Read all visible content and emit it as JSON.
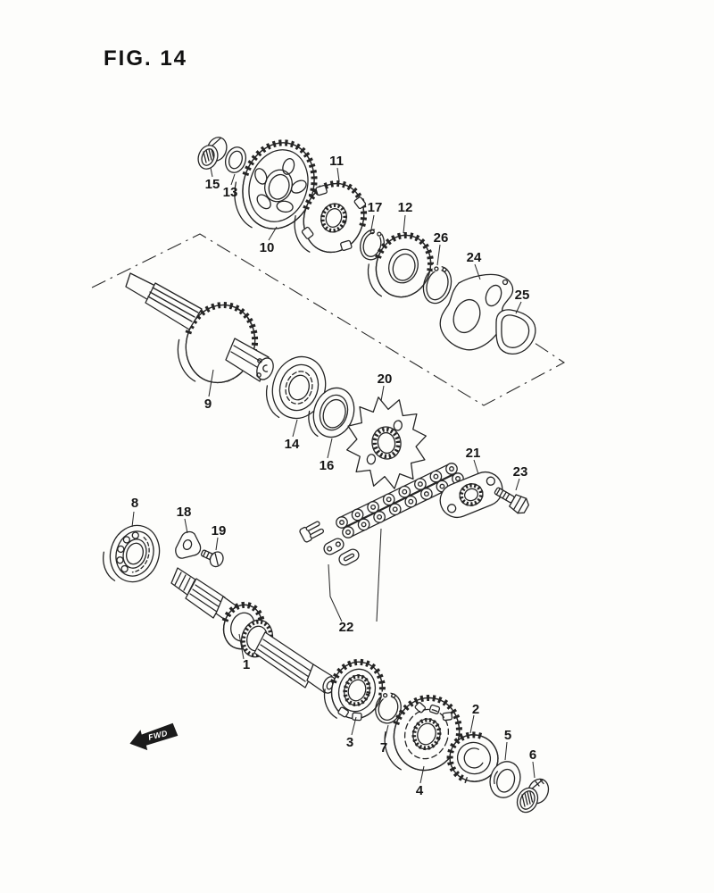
{
  "figure": {
    "title": "FIG. 14"
  },
  "direction_marker": {
    "label": "FWD"
  },
  "colors": {
    "ink": "#242424",
    "paper": "#fdfdfb"
  },
  "callouts": [
    {
      "number": "1"
    },
    {
      "number": "2"
    },
    {
      "number": "3"
    },
    {
      "number": "4"
    },
    {
      "number": "5"
    },
    {
      "number": "6"
    },
    {
      "number": "7"
    },
    {
      "number": "8"
    },
    {
      "number": "9"
    },
    {
      "number": "10"
    },
    {
      "number": "11"
    },
    {
      "number": "12"
    },
    {
      "number": "13"
    },
    {
      "number": "14"
    },
    {
      "number": "15"
    },
    {
      "number": "16"
    },
    {
      "number": "17"
    },
    {
      "number": "18"
    },
    {
      "number": "19"
    },
    {
      "number": "20"
    },
    {
      "number": "21"
    },
    {
      "number": "22"
    },
    {
      "number": "23"
    },
    {
      "number": "24"
    },
    {
      "number": "25"
    },
    {
      "number": "26"
    }
  ]
}
